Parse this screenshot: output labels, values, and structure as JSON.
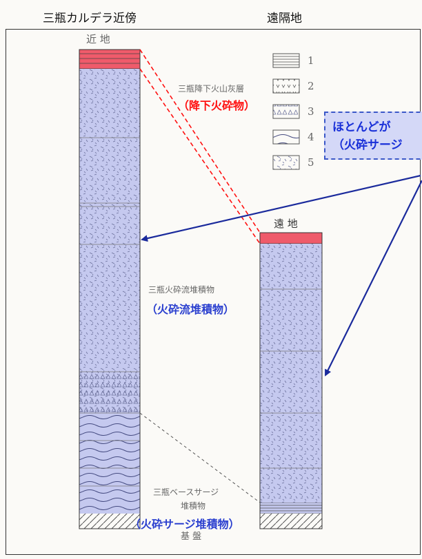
{
  "headers": {
    "left": "三瓶カルデラ近傍",
    "right": "遠隔地"
  },
  "column_labels": {
    "near": "近 地",
    "far": "遠 地"
  },
  "legend": {
    "items": [
      {
        "number": "1",
        "pattern": "horizontal-lines"
      },
      {
        "number": "2",
        "pattern": "v-marks"
      },
      {
        "number": "3",
        "pattern": "triangles"
      },
      {
        "number": "4",
        "pattern": "wavy-lines"
      },
      {
        "number": "5",
        "pattern": "stipple"
      }
    ]
  },
  "annotations": {
    "fall_original": "三瓶降下火山灰層",
    "fall_caption": "（降下火砕物）",
    "flow_original": "三瓶火砕流堆積物",
    "flow_caption": "（火砕流堆積物）",
    "surge_original_line1": "三瓶ベースサージ",
    "surge_original_line2": "堆積物",
    "surge_caption": "（火砕サージ堆積物）",
    "basement": "基 盤"
  },
  "callout": {
    "line1": "ほとんどが",
    "line2": "（火砕サージ"
  },
  "colors": {
    "fall_layer": "#ef5b6b",
    "flow_layer": "#c5c9ef",
    "callout_fill": "#d4d8f7",
    "arrow": "#1a2a9c",
    "red_text": "#ff1010",
    "blue_text": "#2a3fcf"
  }
}
